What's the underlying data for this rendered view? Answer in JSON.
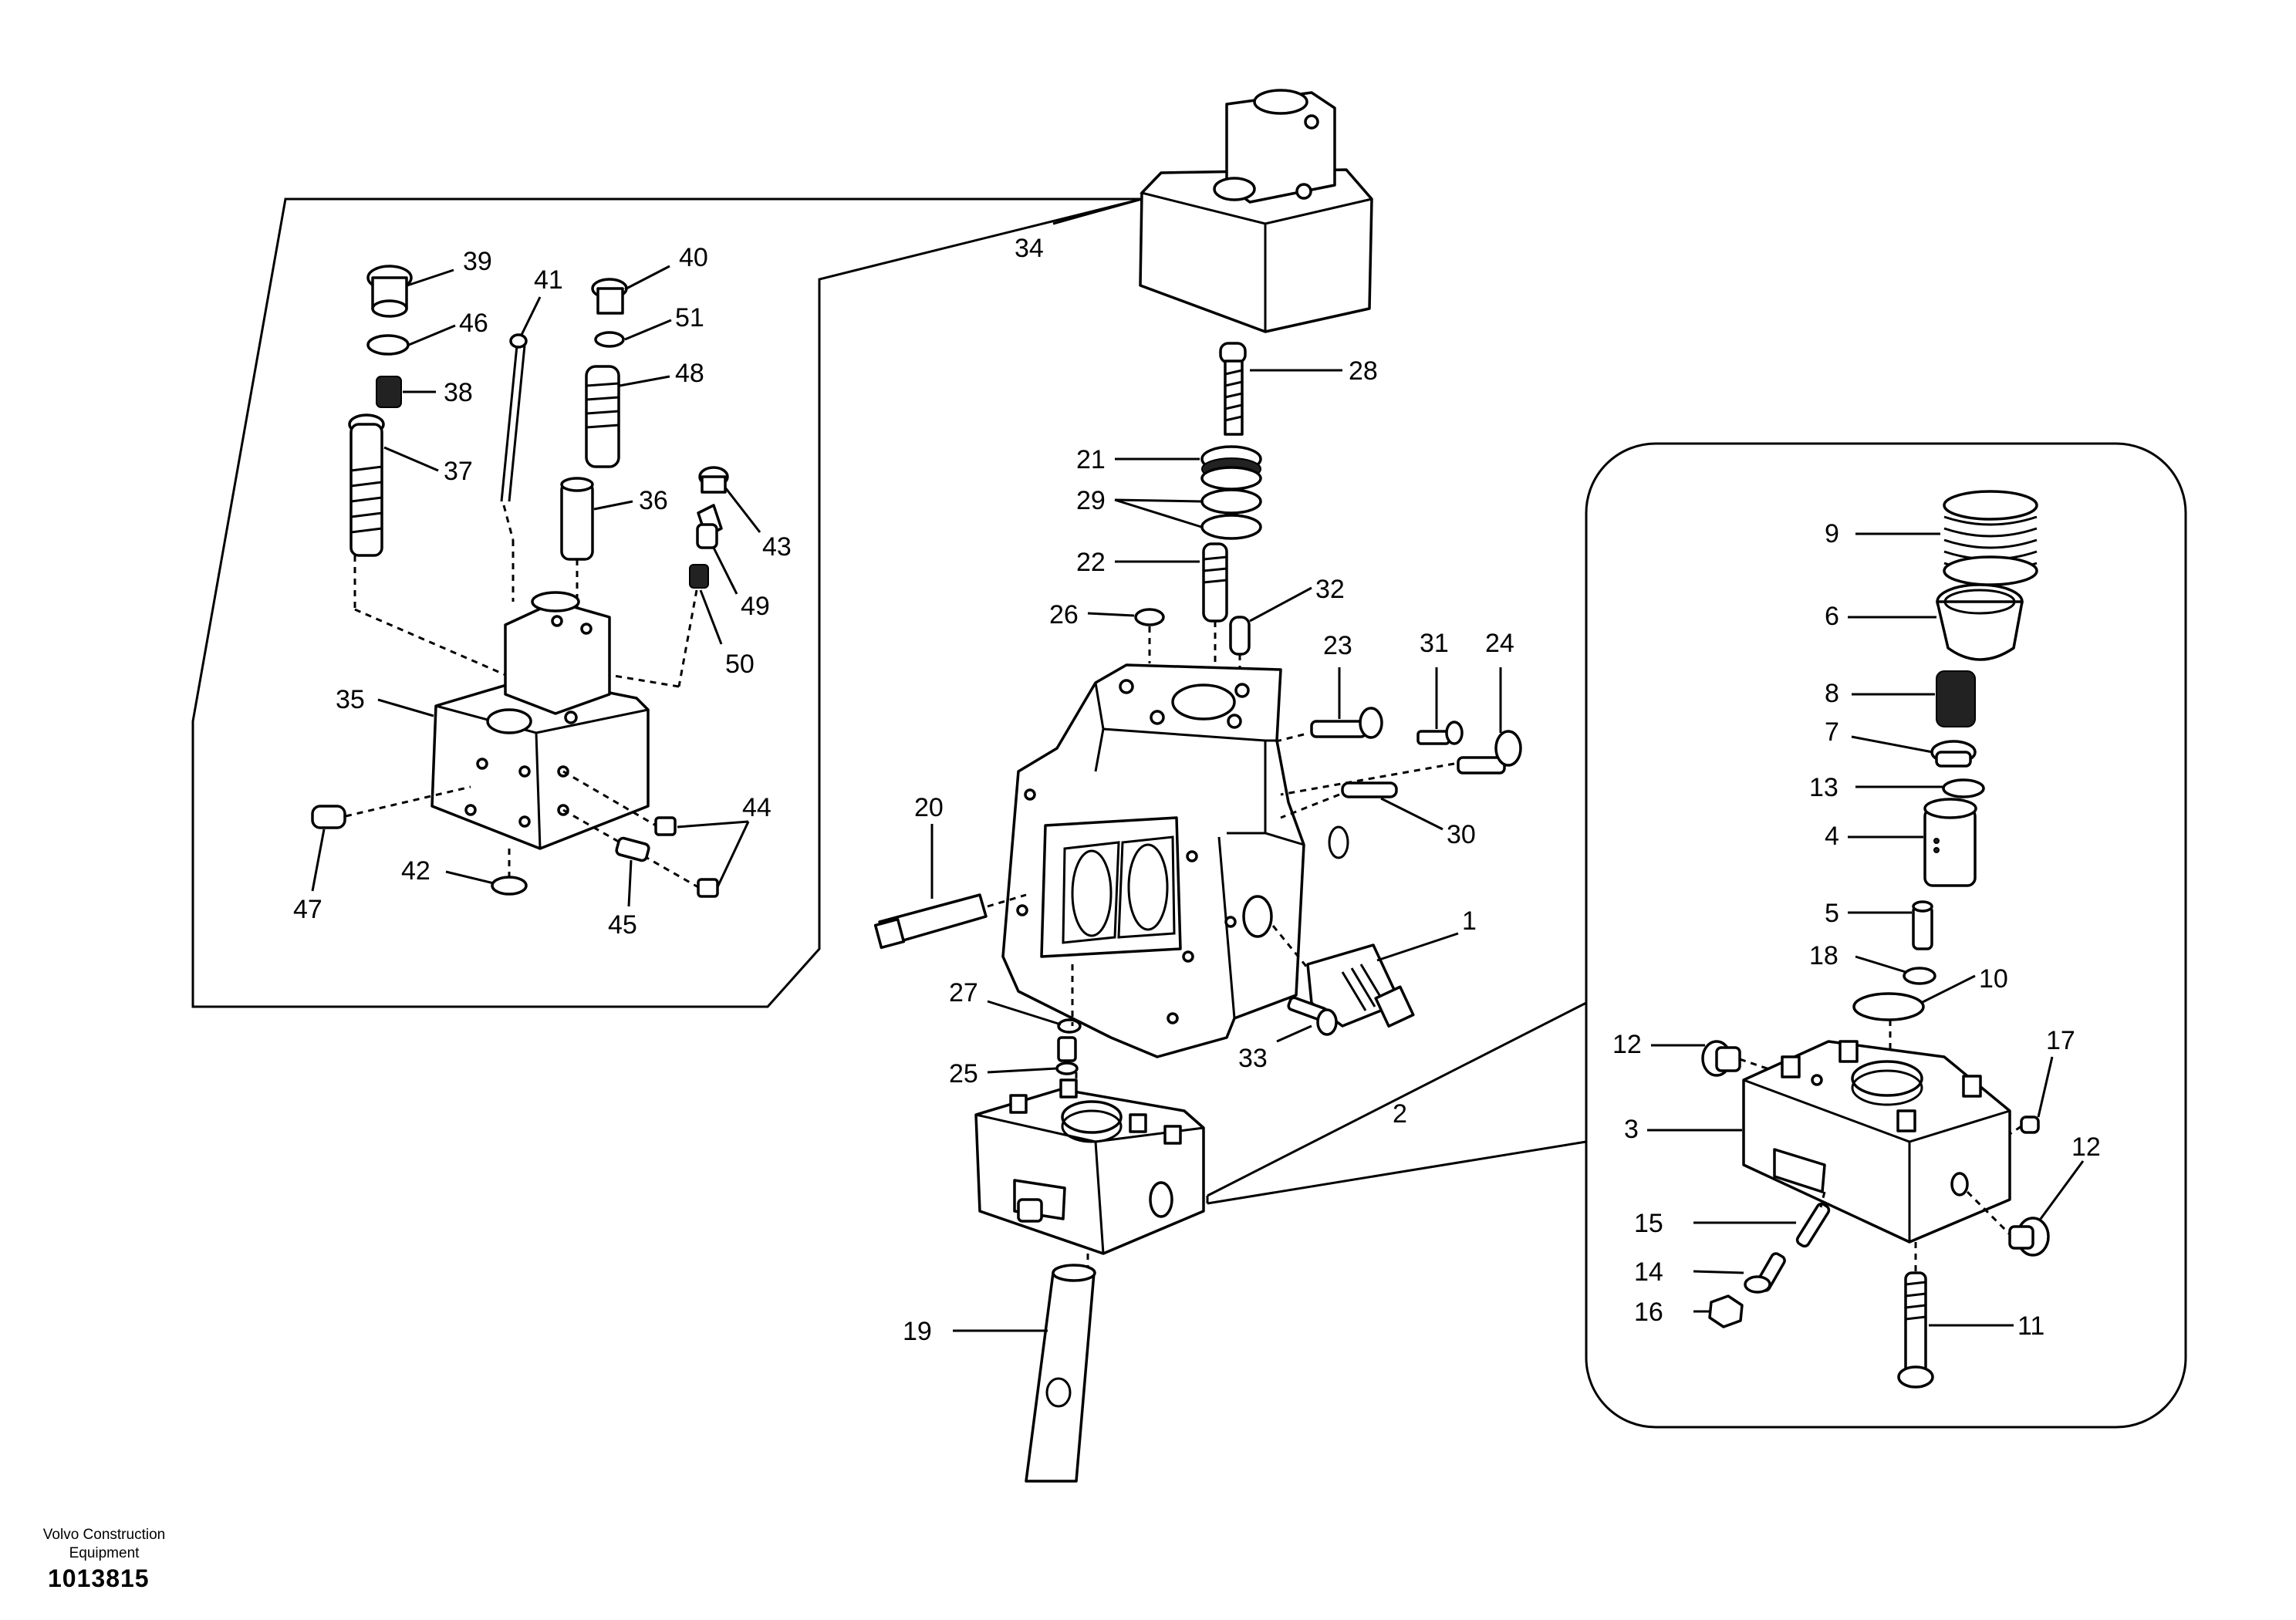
{
  "footer": {
    "credit_line1": "Volvo Construction",
    "credit_line2": "Equipment",
    "reference": "1013815"
  },
  "callouts": {
    "c1": "1",
    "c2": "2",
    "c3": "3",
    "c4": "4",
    "c5": "5",
    "c6": "6",
    "c7": "7",
    "c8": "8",
    "c9": "9",
    "c10": "10",
    "c11": "11",
    "c12a": "12",
    "c12b": "12",
    "c13": "13",
    "c14": "14",
    "c15": "15",
    "c16": "16",
    "c17": "17",
    "c18": "18",
    "c19": "19",
    "c20": "20",
    "c21": "21",
    "c22": "22",
    "c23": "23",
    "c24": "24",
    "c25": "25",
    "c26": "26",
    "c27": "27",
    "c28": "28",
    "c29": "29",
    "c30": "30",
    "c31": "31",
    "c32": "32",
    "c33": "33",
    "c34": "34",
    "c35": "35",
    "c36": "36",
    "c37": "37",
    "c38": "38",
    "c39": "39",
    "c40": "40",
    "c41": "41",
    "c42": "42",
    "c43": "43",
    "c44": "44",
    "c45": "45",
    "c46": "46",
    "c47": "47",
    "c48": "48",
    "c49": "49",
    "c50": "50",
    "c51": "51"
  }
}
